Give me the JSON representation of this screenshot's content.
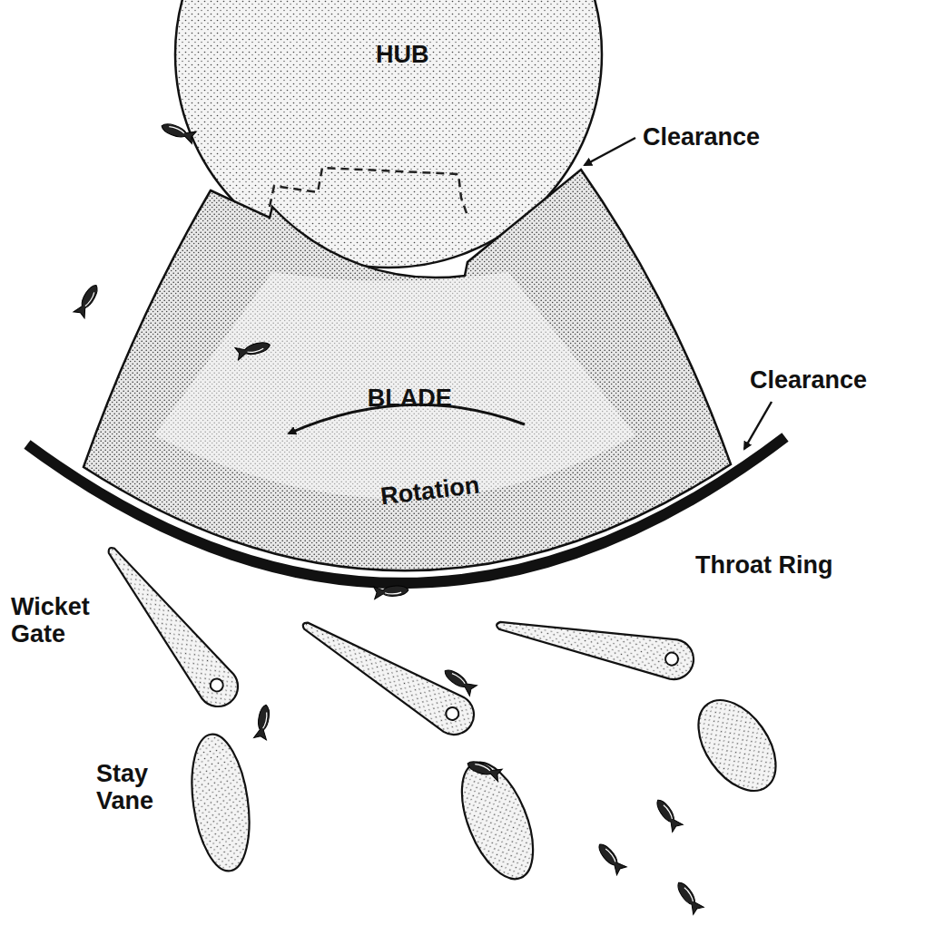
{
  "diagram": {
    "nodes": [
      {
        "text": [
          "HUB"
        ]
      },
      {
        "text": [
          "BLADE",
          "Rotation"
        ]
      }
    ],
    "labels": [
      "Clearance",
      "Clearance",
      "Throat Ring",
      "Wicket Gate",
      "Stay Vane"
    ]
  }
}
